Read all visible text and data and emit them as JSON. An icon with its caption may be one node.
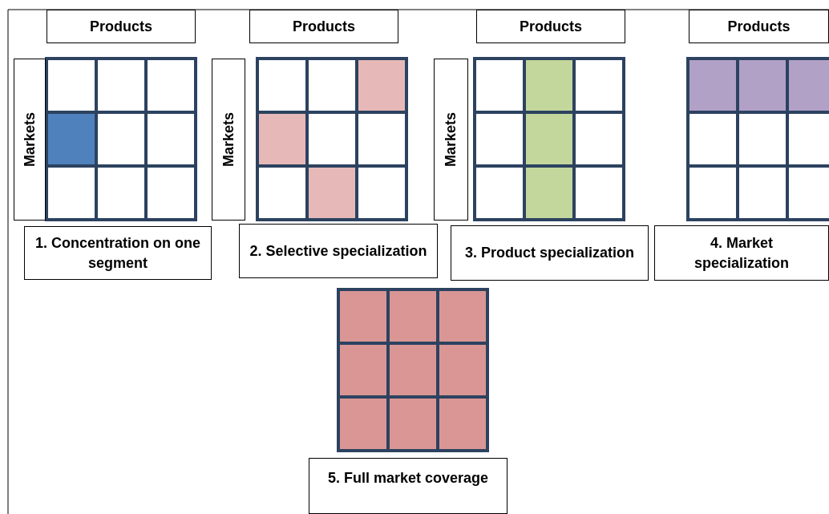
{
  "diagram": {
    "nodes": [
      {
        "text": [
          "Products"
        ]
      },
      {
        "text": [
          "Products"
        ]
      },
      {
        "text": [
          "Products"
        ]
      },
      {
        "text": [
          "Products"
        ]
      },
      {
        "text": [
          "Markets"
        ]
      },
      {
        "text": [
          "Markets"
        ]
      },
      {
        "text": [
          "Markets"
        ]
      },
      {
        "text": [
          "1. Concentration on one segment"
        ]
      },
      {
        "text": [
          "2. Selective specialization"
        ]
      },
      {
        "text": [
          "3. Product specialization"
        ]
      },
      {
        "text": [
          "4. Market specialization"
        ]
      },
      {
        "text": [
          "5. Full market coverage"
        ]
      }
    ],
    "edges": []
  }
}
